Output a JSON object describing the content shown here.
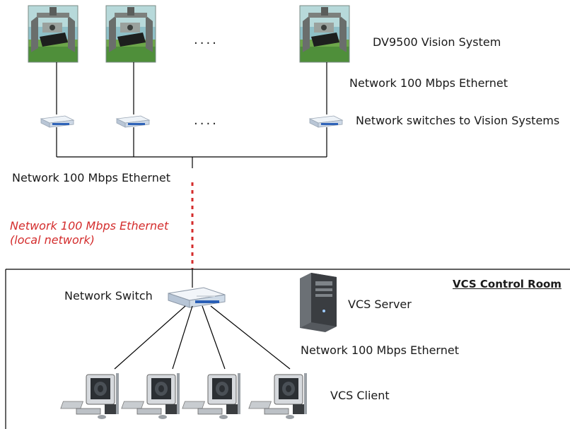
{
  "vision_system": {
    "label": "DV9500 Vision System"
  },
  "ellipsis": "....",
  "top_network": {
    "label": "Network 100 Mbps Ethernet"
  },
  "switches": {
    "label": "Network switches to Vision Systems"
  },
  "trunk_network": {
    "label": "Network 100 Mbps Ethernet"
  },
  "local_network": {
    "line1": "Network 100 Mbps Ethernet",
    "line2": "(local network)"
  },
  "control_room": {
    "title": "VCS Control Room",
    "switch_label": "Network Switch",
    "server_label": "VCS Server",
    "client_network_label": "Network 100 Mbps Ethernet",
    "client_label": "VCS Client"
  },
  "colors": {
    "accent_red": "#d42d2d",
    "line": "#000000"
  },
  "icons": [
    "vision-system-icon",
    "network-switch-icon",
    "server-tower-icon",
    "workstation-icon"
  ]
}
